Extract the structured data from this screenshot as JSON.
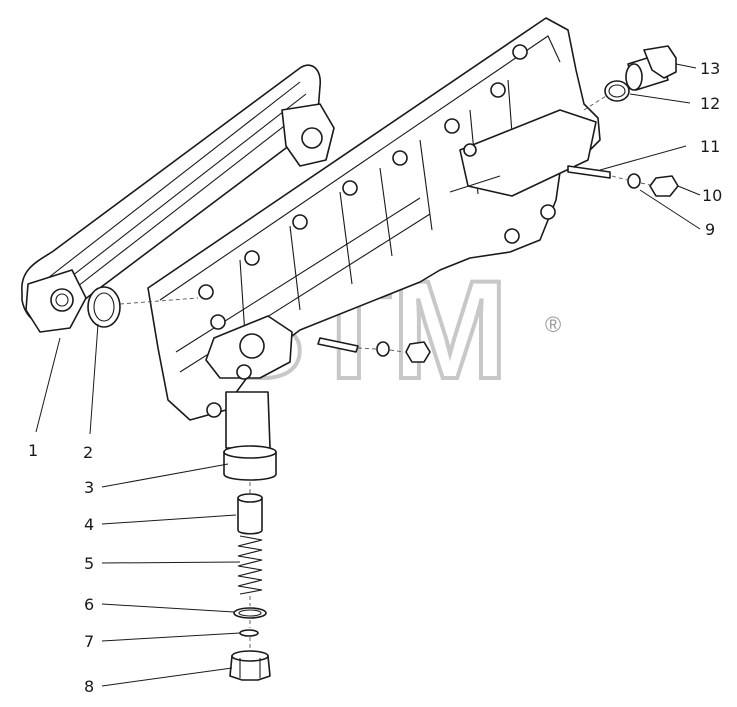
{
  "watermark": {
    "text": "BTM",
    "mark": "®"
  },
  "callouts": [
    {
      "label": "1"
    },
    {
      "label": "2"
    },
    {
      "label": "3"
    },
    {
      "label": "4"
    },
    {
      "label": "5"
    },
    {
      "label": "6"
    },
    {
      "label": "7"
    },
    {
      "label": "8"
    },
    {
      "label": "9"
    },
    {
      "label": "10"
    },
    {
      "label": "11"
    },
    {
      "label": "12"
    },
    {
      "label": "13"
    }
  ]
}
